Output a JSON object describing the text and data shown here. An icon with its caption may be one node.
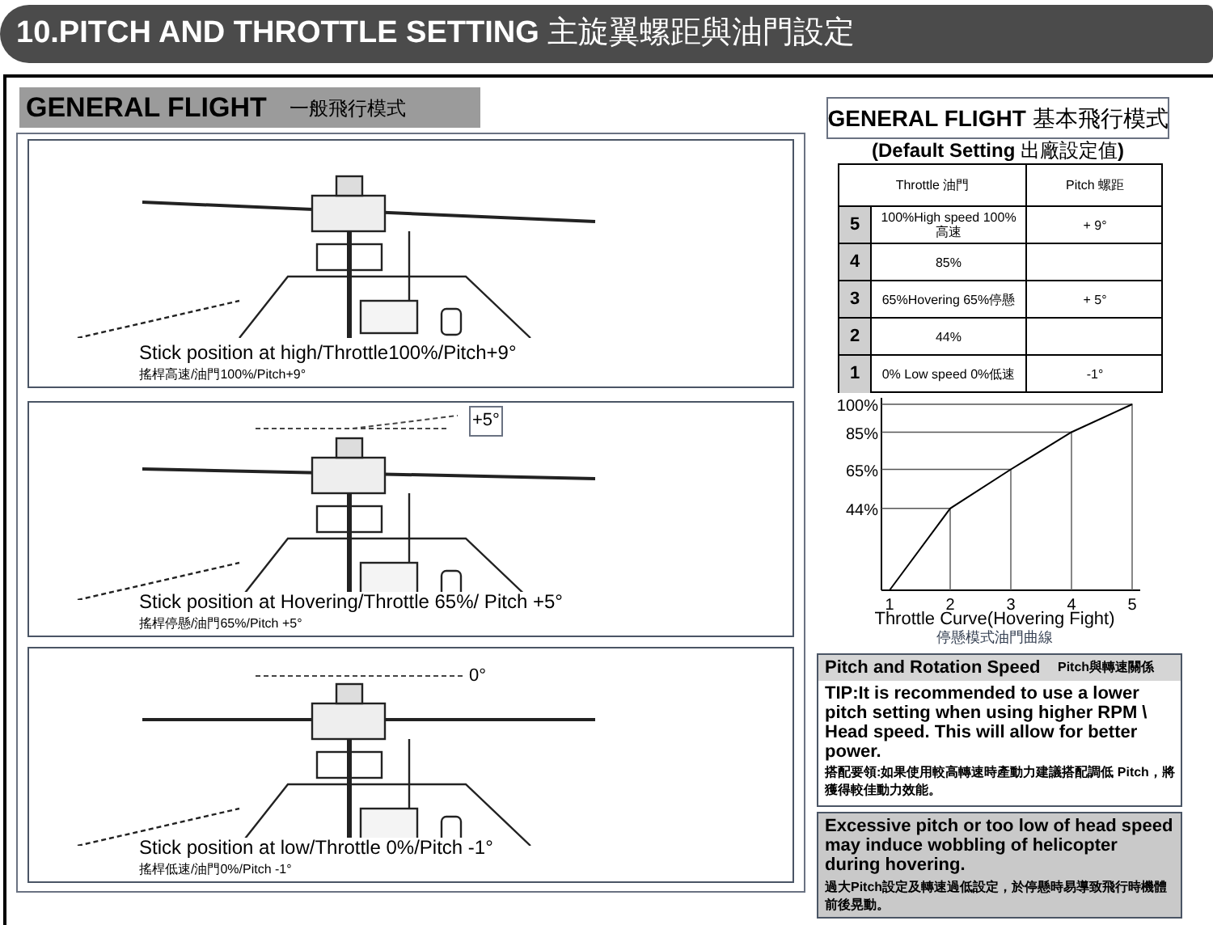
{
  "diagram": {
    "title": "**10.PITCH AND THROTTLE SETTING** 主旋翼螺距與油門設定",
    "nodes": [
      {
        "text": [
          "GENERAL FLIGHT",
          "一般飛行模式"
        ]
      },
      {
        "text": [
          "Stick position at high/Throttle100%/Pitch+9°",
          "搖桿高速/油門100%/Pitch+9°"
        ]
      },
      {
        "text": [
          "Stick position at Hovering/Throttle 65%/ Pitch +5°",
          "搖桿停懸/油門65%/Pitch +5°"
        ]
      },
      {
        "text": [
          "Stick position at low/Throttle 0%/Pitch -1°",
          "搖桿低速/油門0%/Pitch -1°"
        ]
      },
      {
        "text": [
          "**GENERAL FLIGHT** 基本飛行模式"
        ]
      },
      {
        "text": [
          "Pitch and Rotation Speed",
          "Pitch與轉速關係",
          "TIP:It is recommended to use a lower pitch setting when using higher RPM \\ Head speed. This will allow for better power.",
          "搭配要領:如果使用較高轉速時產動力建議搭配調低 Pitch，將獲得較佳動力效能。"
        ]
      },
      {
        "text": [
          "Excessive pitch or too low of head speed may induce wobbling of helicopter during hovering.",
          "過大Pitch設定及轉速過低設定，於停懸時易導致飛行時機體前後晃動。"
        ]
      }
    ],
    "labels": [
      "**(Default Setting** 出廠設定值**)**",
      "Throttle 油門",
      "Pitch 螺距",
      "5",
      "100%High speed 100%高速",
      "+ 9°",
      "4",
      "85%",
      "3",
      "65%Hovering 65%停懸",
      "+ 5°",
      "2",
      "44%",
      "1",
      "0% Low speed 0%低速",
      "-1°",
      "+5°",
      "0°",
      "停懸模式油門曲線"
    ],
    "chart_data": {
      "type": "line",
      "xlabel": "Throttle Curve(Hovering Fight)",
      "categories": [
        "1",
        "2",
        "3",
        "4",
        "5"
      ],
      "series": [
        {
          "color": "#000000",
          "values": [
            0,
            44,
            65,
            85,
            100
          ]
        }
      ],
      "ylim": [
        0,
        100
      ],
      "yticks": [
        {
          "value": 44,
          "label": "44%"
        },
        {
          "value": 65,
          "label": "65%"
        },
        {
          "value": 85,
          "label": "85%"
        },
        {
          "value": 100,
          "label": "100%"
        }
      ]
    }
  }
}
